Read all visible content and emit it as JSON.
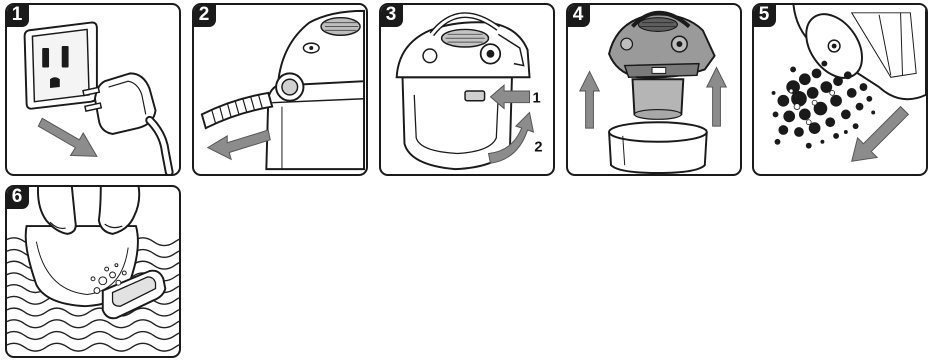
{
  "steps": [
    {
      "number": "1"
    },
    {
      "number": "2"
    },
    {
      "number": "3",
      "callouts": [
        "1",
        "2"
      ]
    },
    {
      "number": "4"
    },
    {
      "number": "5"
    },
    {
      "number": "6"
    }
  ],
  "colors": {
    "outline": "#1a1a1a",
    "arrow_gray": "#8c8c8c",
    "shade_gray": "#b5b5b5",
    "water_line": "#222222"
  }
}
